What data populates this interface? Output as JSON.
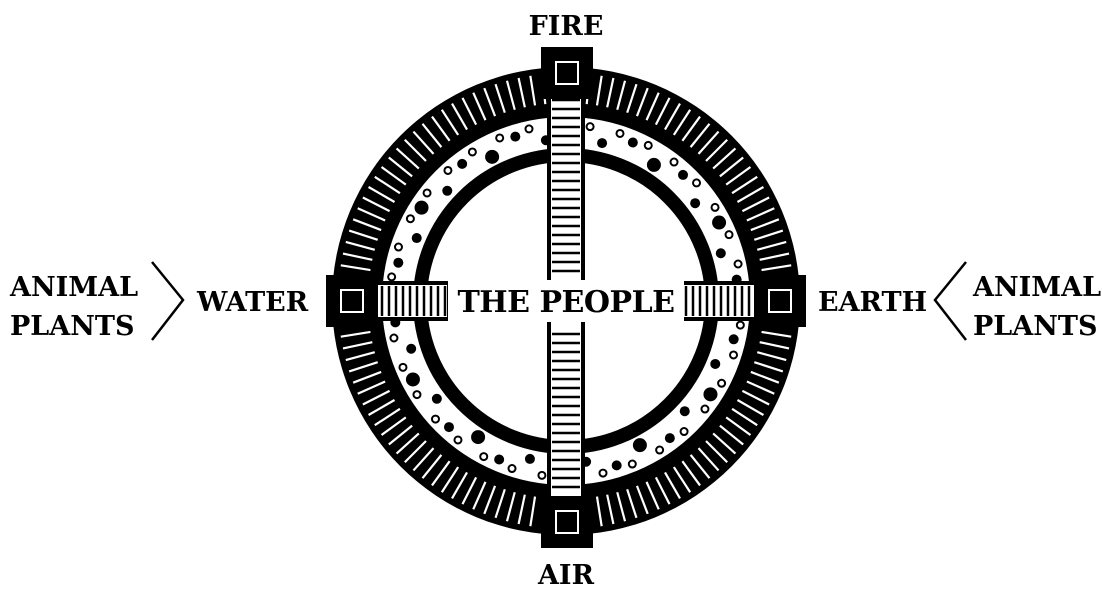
{
  "diagram": {
    "labels": {
      "top": "FIRE",
      "bottom": "AIR",
      "left": "WATER",
      "right": "EARTH",
      "center": "THE PEOPLE",
      "far_left_line1": "ANIMAL",
      "far_left_line2": "PLANTS",
      "far_right_line1": "ANIMAL",
      "far_right_line2": "PLANTS"
    },
    "colors": {
      "ink": "#000000",
      "paper": "#ffffff"
    }
  }
}
